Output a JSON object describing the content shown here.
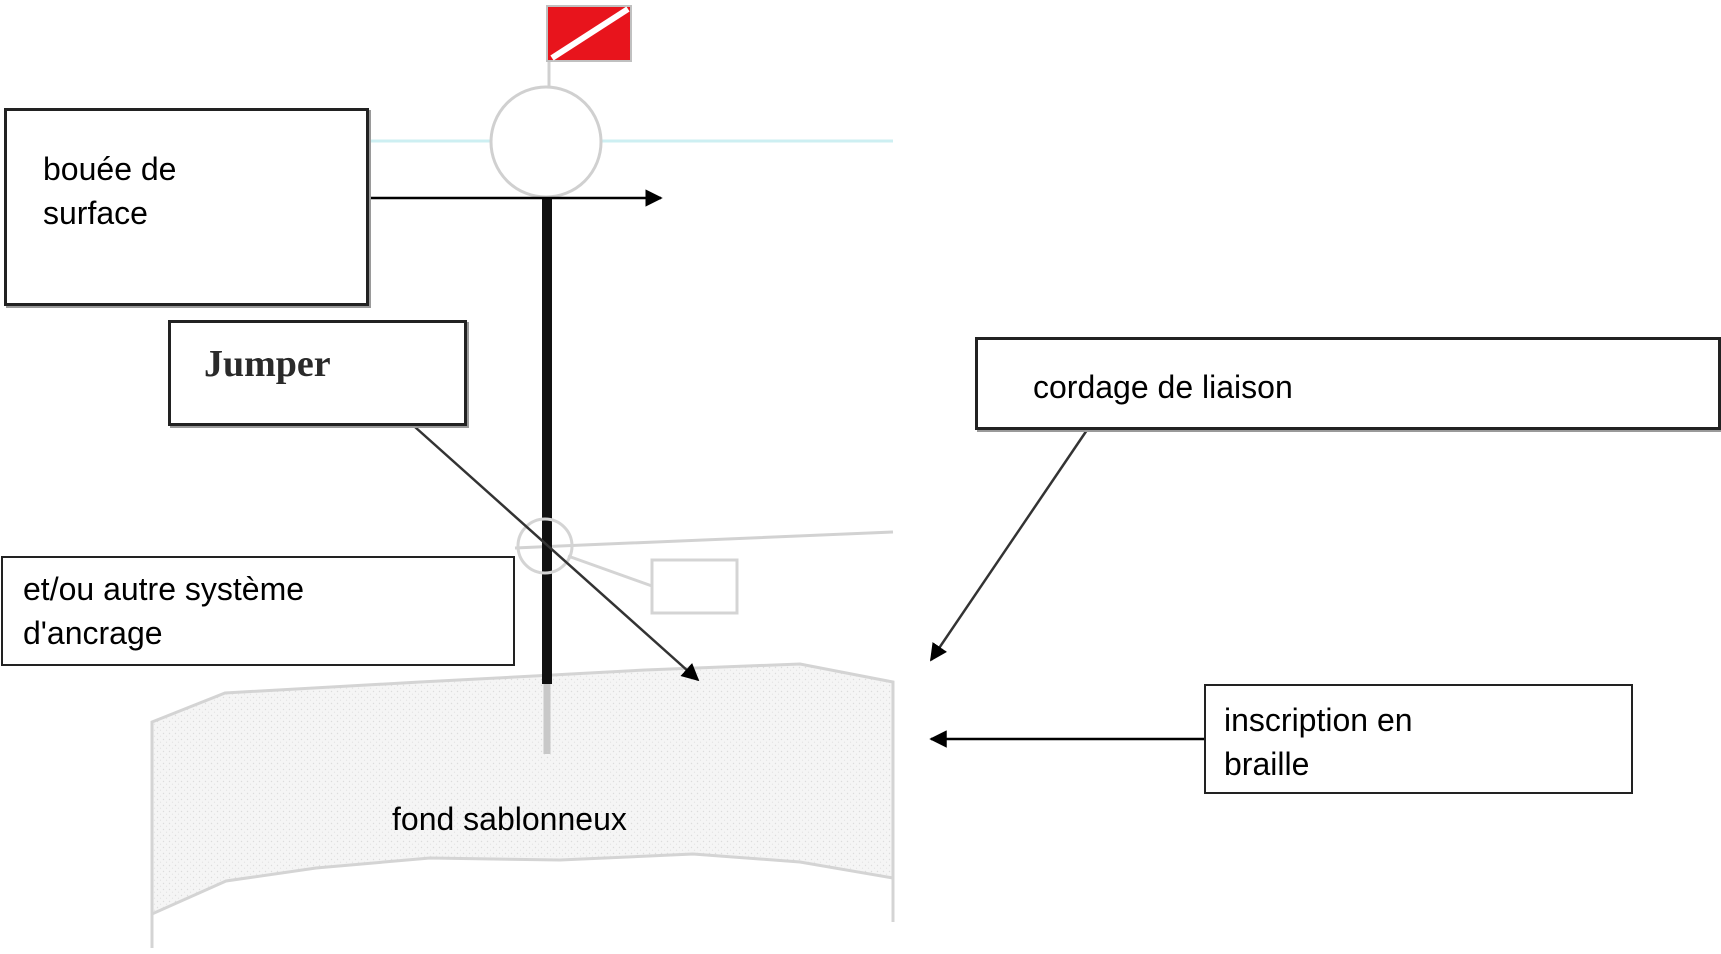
{
  "diagram": {
    "labels": {
      "bouee_de_surface": "bouée de\nsurface",
      "jumper": "Jumper",
      "cordage_de_liaison": "cordage de liaison",
      "autre_systeme_ancrage": "et/ou autre système\nd'ancrage",
      "inscription_braille": "inscription en\nbraille",
      "fond_sablonneux": "fond sablonneux"
    },
    "colors": {
      "flag_red": "#e8141c",
      "flag_stripe": "#ffffff",
      "water_line": "#cdeff2",
      "outline_gray": "#d0d0d0",
      "mooring_line": "#111111",
      "box_border": "#222222",
      "seabed_fill": "#f4f4f4"
    }
  }
}
